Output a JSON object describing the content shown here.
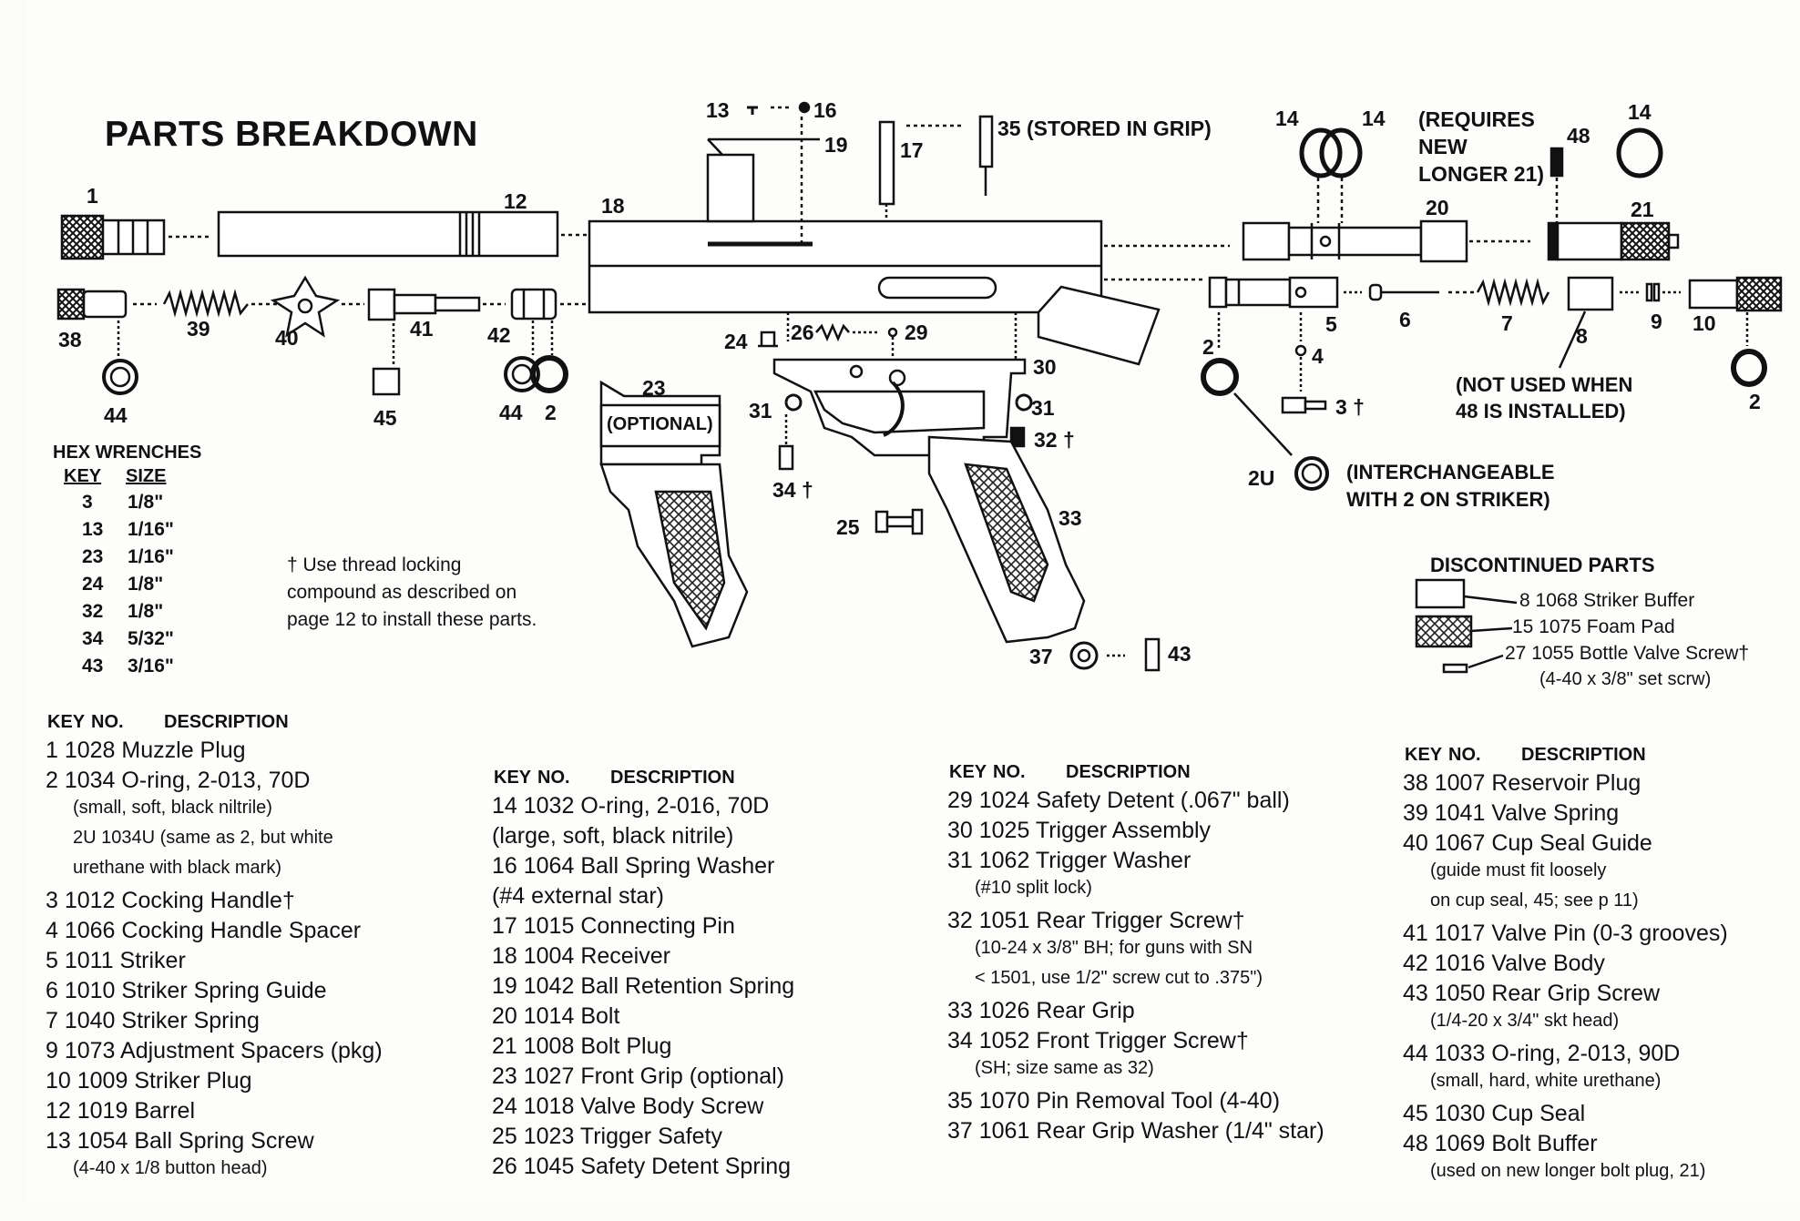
{
  "title": "PARTS BREAKDOWN",
  "hex_wrenches": {
    "heading": "HEX WRENCHES",
    "key_label": "KEY",
    "size_label": "SIZE",
    "rows": [
      {
        "key": "3",
        "size": "1/8\""
      },
      {
        "key": "13",
        "size": "1/16\""
      },
      {
        "key": "23",
        "size": "1/16\""
      },
      {
        "key": "24",
        "size": "1/8\""
      },
      {
        "key": "32",
        "size": "1/8\""
      },
      {
        "key": "34",
        "size": "5/32\""
      },
      {
        "key": "43",
        "size": "3/16\""
      }
    ]
  },
  "thread_note": [
    "† Use thread locking",
    "compound as described on",
    "page 12 to install these parts."
  ],
  "callouts": {
    "stored_in_grip": "35 (STORED IN GRIP)",
    "optional": "(OPTIONAL)",
    "requires_new": [
      "(REQUIRES",
      "NEW",
      "LONGER 21)"
    ],
    "not_used": [
      "(NOT USED WHEN",
      "48 IS INSTALLED)"
    ],
    "interchangeable": [
      "(INTERCHANGEABLE",
      "WITH 2 ON STRIKER)"
    ]
  },
  "part_labels": [
    "1",
    "12",
    "18",
    "13",
    "16",
    "19",
    "17",
    "14",
    "14",
    "48",
    "14",
    "20",
    "21",
    "38",
    "39",
    "40",
    "41",
    "42",
    "44",
    "45",
    "44",
    "2",
    "23",
    "24",
    "26",
    "29",
    "30",
    "31",
    "31",
    "32 †",
    "34 †",
    "25",
    "33",
    "37",
    "43",
    "2",
    "4",
    "3 †",
    "5",
    "6",
    "7",
    "8",
    "9",
    "10",
    "2",
    "2U"
  ],
  "discontinued": {
    "heading": "DISCONTINUED PARTS",
    "items": [
      {
        "text": "8 1068  Striker Buffer"
      },
      {
        "text": "15 1075  Foam Pad"
      },
      {
        "text": "27 1055  Bottle Valve Screw†"
      }
    ],
    "note": "(4-40 x 3/8\" set scrw)"
  },
  "table_header": {
    "key": "KEY",
    "no": "NO.",
    "desc": "DESCRIPTION"
  },
  "columns": [
    [
      {
        "t": " 1 1028  Muzzle Plug",
        "s": 0
      },
      {
        "t": " 2 1034  O-ring, 2-013, 70D",
        "s": 0
      },
      {
        "t": "(small, soft, black niltrile)",
        "s": 1
      },
      {
        "t": "2U 1034U  (same as 2, but white",
        "s": 1
      },
      {
        "t": "urethane with black mark)",
        "s": 1
      },
      {
        "t": " 3 1012  Cocking Handle†",
        "s": 0
      },
      {
        "t": " 4 1066  Cocking Handle Spacer",
        "s": 0
      },
      {
        "t": " 5 1011  Striker",
        "s": 0
      },
      {
        "t": " 6 1010  Striker Spring Guide",
        "s": 0
      },
      {
        "t": " 7 1040  Striker Spring",
        "s": 0
      },
      {
        "t": " 9 1073  Adjustment Spacers (pkg)",
        "s": 0
      },
      {
        "t": "10 1009  Striker Plug",
        "s": 0
      },
      {
        "t": "12 1019  Barrel",
        "s": 0
      },
      {
        "t": "13 1054  Ball Spring Screw",
        "s": 0
      },
      {
        "t": "(4-40 x 1/8 button head)",
        "s": 1
      }
    ],
    [
      {
        "t": "14 1032  O-ring, 2-016, 70D",
        "s": 0
      },
      {
        "t": "(large, soft, black nitrile)",
        "s": 0
      },
      {
        "t": "16 1064  Ball Spring Washer",
        "s": 0
      },
      {
        "t": "(#4 external star)",
        "s": 0
      },
      {
        "t": "17 1015  Connecting Pin",
        "s": 0
      },
      {
        "t": "18 1004  Receiver",
        "s": 0
      },
      {
        "t": "19 1042  Ball Retention Spring",
        "s": 0
      },
      {
        "t": "20 1014  Bolt",
        "s": 0
      },
      {
        "t": "21 1008  Bolt Plug",
        "s": 0
      },
      {
        "t": "23 1027  Front Grip (optional)",
        "s": 0
      },
      {
        "t": "24 1018  Valve Body Screw",
        "s": 0
      },
      {
        "t": "25 1023  Trigger Safety",
        "s": 0
      },
      {
        "t": "26 1045  Safety Detent Spring",
        "s": 0
      }
    ],
    [
      {
        "t": "29 1024  Safety Detent (.067\" ball)",
        "s": 0
      },
      {
        "t": "30 1025  Trigger Assembly",
        "s": 0
      },
      {
        "t": "31 1062  Trigger Washer",
        "s": 0
      },
      {
        "t": "(#10 split lock)",
        "s": 1
      },
      {
        "t": "32 1051  Rear Trigger Screw†",
        "s": 0
      },
      {
        "t": "(10-24 x 3/8\" BH; for guns with SN",
        "s": 1
      },
      {
        "t": "< 1501, use 1/2\" screw cut to .375\")",
        "s": 1
      },
      {
        "t": "33 1026  Rear Grip",
        "s": 0
      },
      {
        "t": "34 1052  Front Trigger Screw†",
        "s": 0
      },
      {
        "t": "(SH; size same as  32)",
        "s": 1
      },
      {
        "t": "35 1070  Pin Removal Tool (4-40)",
        "s": 0
      },
      {
        "t": "37 1061  Rear Grip Washer (1/4\" star)",
        "s": 0
      }
    ],
    [
      {
        "t": "38 1007  Reservoir Plug",
        "s": 0
      },
      {
        "t": "39 1041  Valve Spring",
        "s": 0
      },
      {
        "t": "40 1067  Cup Seal Guide",
        "s": 0
      },
      {
        "t": "(guide must fit loosely",
        "s": 1
      },
      {
        "t": "on cup seal, 45; see p 11)",
        "s": 1
      },
      {
        "t": "41 1017  Valve Pin (0-3 grooves)",
        "s": 0
      },
      {
        "t": "42 1016  Valve Body",
        "s": 0
      },
      {
        "t": "43 1050  Rear Grip Screw",
        "s": 0
      },
      {
        "t": "(1/4-20 x 3/4\" skt head)",
        "s": 1
      },
      {
        "t": "44 1033  O-ring, 2-013, 90D",
        "s": 0
      },
      {
        "t": "(small, hard, white urethane)",
        "s": 1
      },
      {
        "t": "45 1030  Cup Seal",
        "s": 0
      },
      {
        "t": "48 1069  Bolt Buffer",
        "s": 0
      },
      {
        "t": "(used on new longer bolt plug, 21)",
        "s": 1
      }
    ]
  ]
}
